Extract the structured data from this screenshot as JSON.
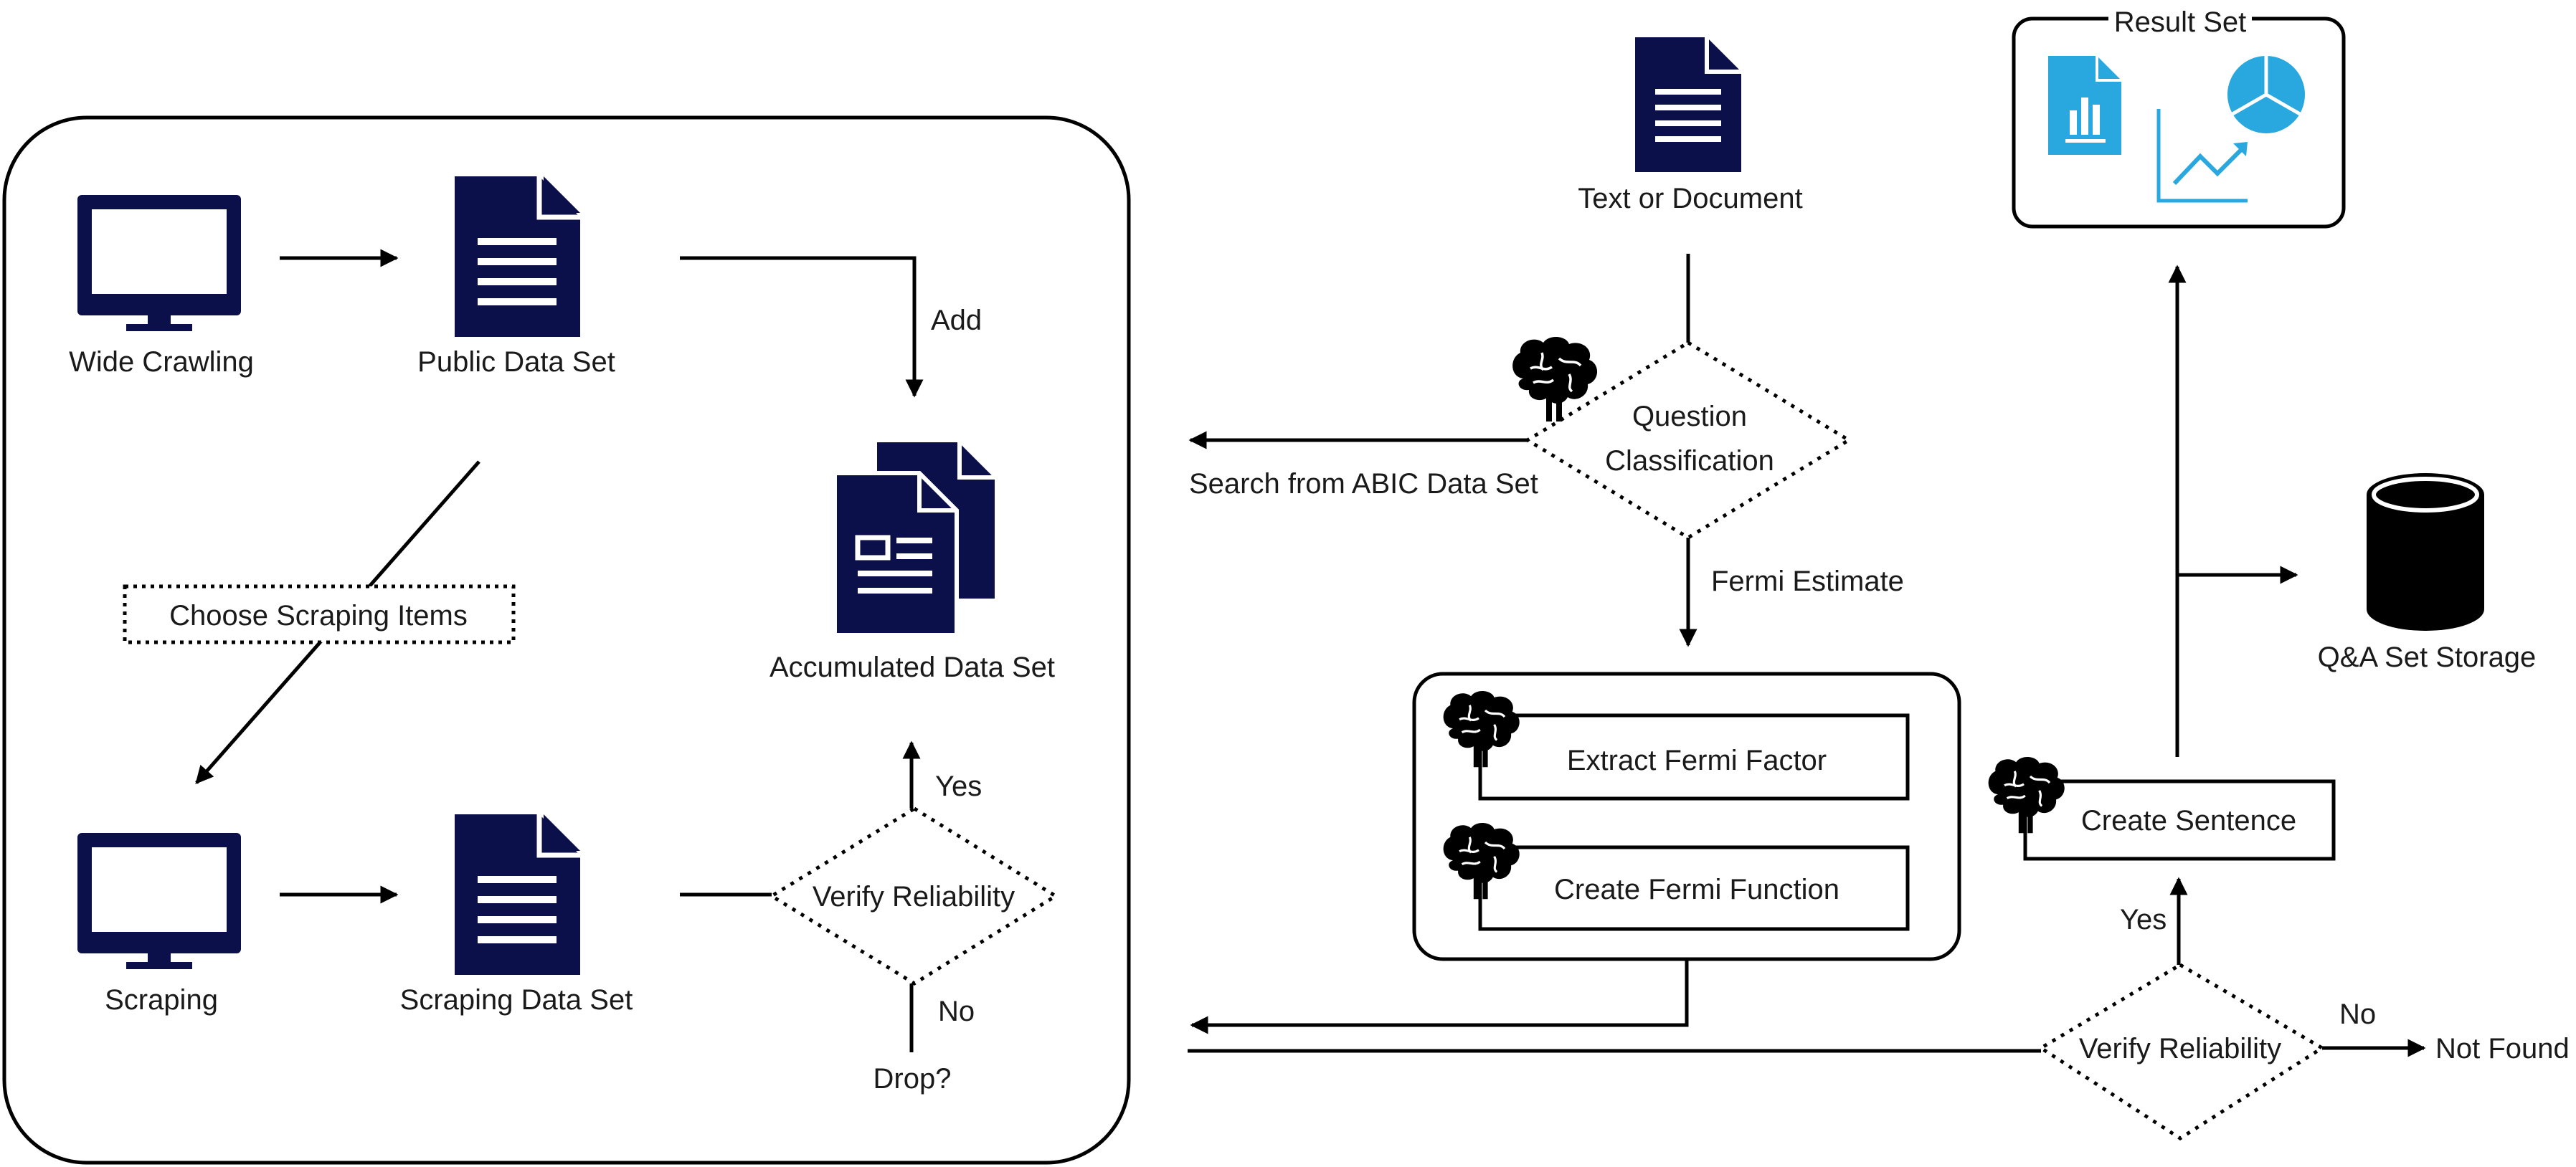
{
  "colors": {
    "navy": "#0b0f4a",
    "accent": "#29a8e0",
    "line": "#000000"
  },
  "left_panel": {
    "wide_crawling": "Wide Crawling",
    "public_data_set": "Public Data Set",
    "add": "Add",
    "accumulated_data_set": "Accumulated Data Set",
    "choose_scraping_items": "Choose Scraping Items",
    "scraping": "Scraping",
    "scraping_data_set": "Scraping Data Set",
    "verify_reliability": "Verify Reliability",
    "yes": "Yes",
    "no": "No",
    "drop": "Drop?"
  },
  "right_flow": {
    "text_or_document": "Text or Document",
    "question_line1": "Question",
    "question_line2": "Classification",
    "search_from": "Search from ABIC Data Set",
    "fermi_estimate": "Fermi Estimate",
    "extract_fermi_factor": "Extract Fermi Factor",
    "create_fermi_function": "Create Fermi Function",
    "verify_reliability": "Verify Reliability",
    "yes": "Yes",
    "no": "No",
    "not_found": "Not Found",
    "create_sentence": "Create Sentence",
    "result_set": "Result Set",
    "qa_set_storage": "Q&A Set Storage"
  },
  "icons": {
    "monitor": "monitor-icon",
    "document": "document-icon",
    "documents": "documents-stack-icon",
    "brain": "brain-icon",
    "database": "database-icon",
    "bar_report": "bar-report-icon",
    "pie_chart": "pie-chart-icon",
    "line_chart": "line-chart-icon"
  }
}
